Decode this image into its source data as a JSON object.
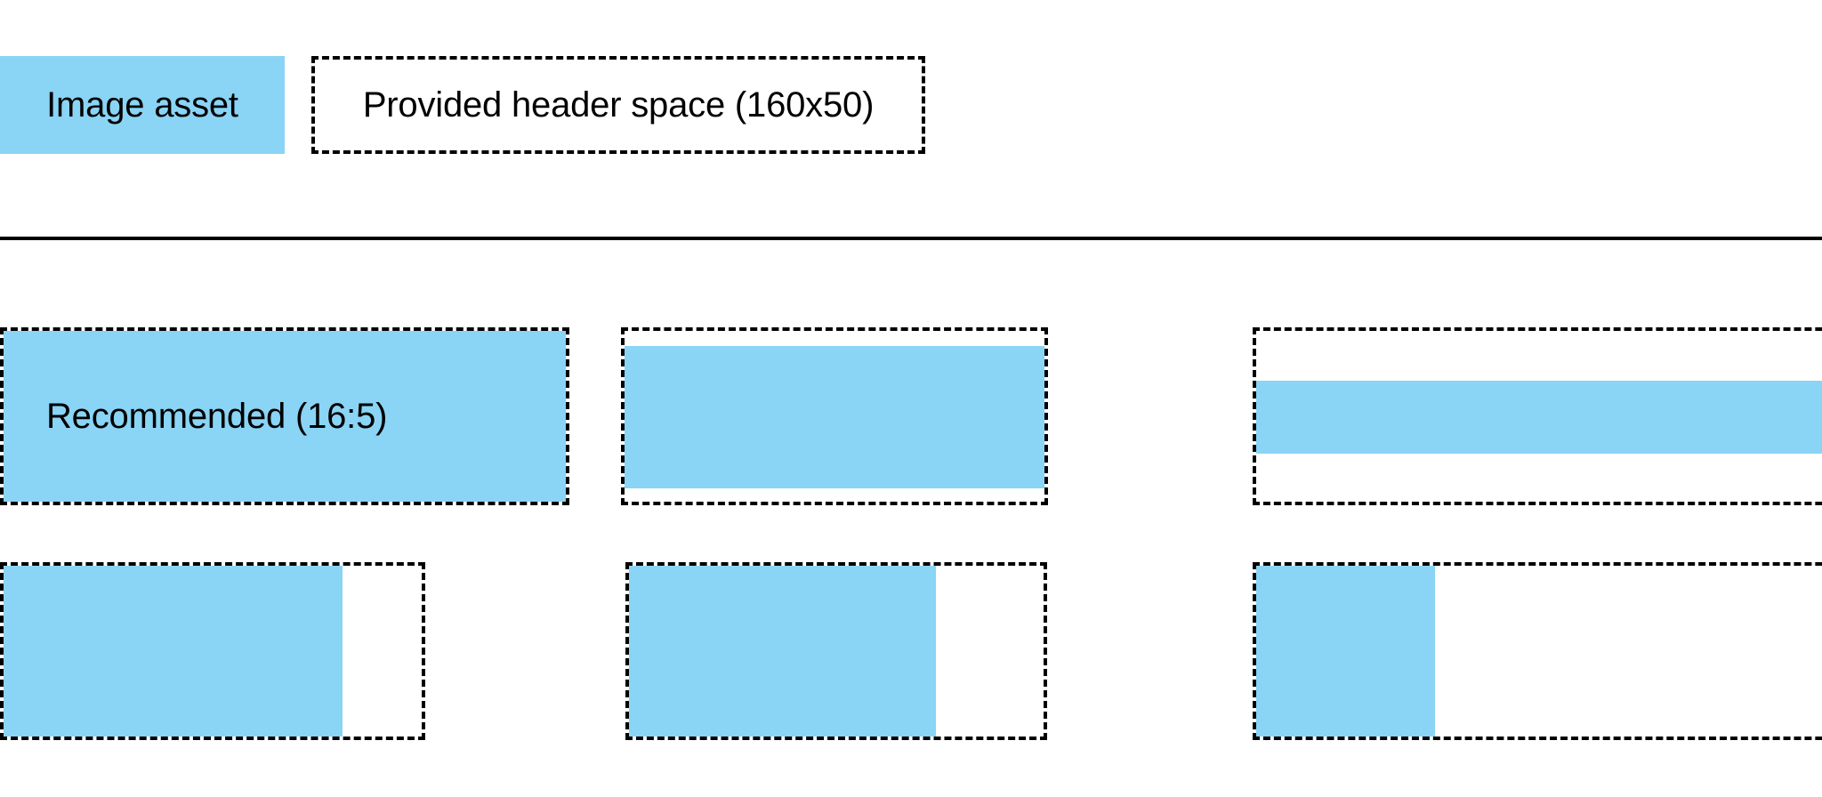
{
  "colors": {
    "asset_blue": "#8AD4F5",
    "outline": "#000000",
    "background": "#ffffff"
  },
  "header": {
    "asset_swatch_label": "Image asset",
    "header_space_label": "Provided header space (160x50)"
  },
  "divider": {
    "present": true
  },
  "examples": {
    "recommended_label": "Recommended (16:5)",
    "rows": [
      {
        "name": "aspect-ratio-row",
        "cells": [
          {
            "name": "recommended-16-5",
            "label": "Recommended (16:5)",
            "fill_mode": "full",
            "fill_width_pct": 100,
            "fill_height_pct": 100
          },
          {
            "name": "shorter-asset",
            "label": "",
            "fill_mode": "vertical-inset",
            "fill_width_pct": 100,
            "fill_height_pct": 83
          },
          {
            "name": "much-shorter-asset",
            "label": "",
            "fill_mode": "vertical-inset",
            "fill_width_pct": 100,
            "fill_height_pct": 43
          }
        ]
      },
      {
        "name": "width-row",
        "cells": [
          {
            "name": "narrower-asset",
            "label": "",
            "fill_mode": "left-aligned",
            "fill_width_pct": 81,
            "fill_height_pct": 100
          },
          {
            "name": "narrow-asset",
            "label": "",
            "fill_mode": "left-aligned",
            "fill_width_pct": 74,
            "fill_height_pct": 100
          },
          {
            "name": "narrowest-asset",
            "label": "",
            "fill_mode": "left-aligned",
            "fill_width_pct": 29,
            "fill_height_pct": 100
          }
        ]
      }
    ]
  }
}
